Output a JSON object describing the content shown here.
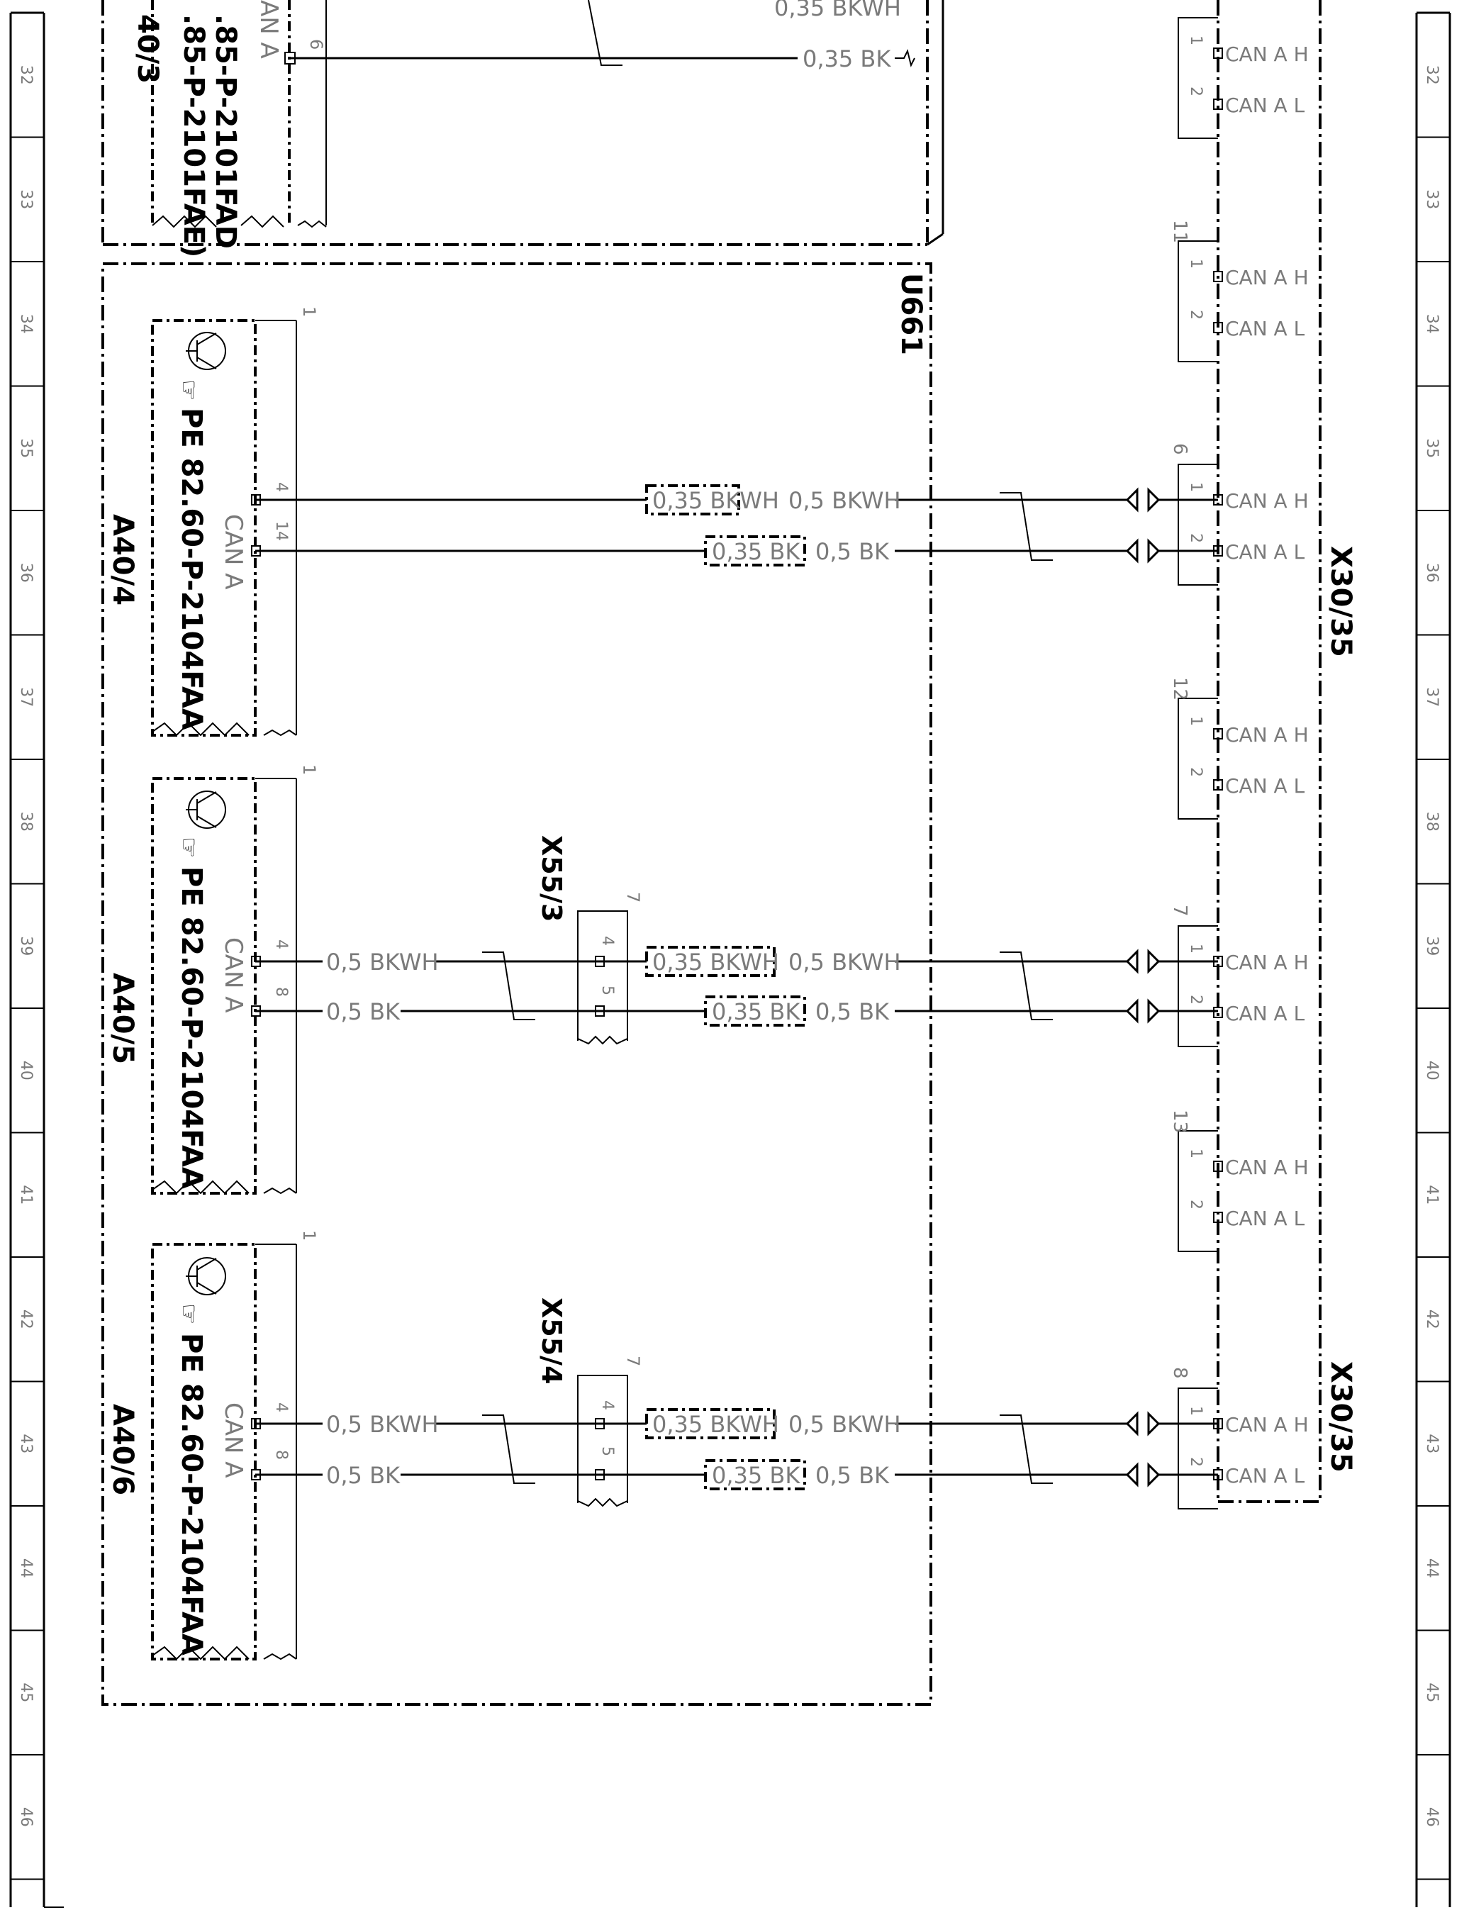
{
  "rows": [
    "32",
    "33",
    "34",
    "35",
    "36",
    "37",
    "38",
    "39",
    "40",
    "41",
    "42",
    "43",
    "44",
    "45",
    "46"
  ],
  "components": {
    "top": {
      "id": "40/3",
      "doc1": ".85-P-2101FAD",
      "doc2": ".85-P-2101FAE)",
      "can": "AN A",
      "pin": "6",
      "wire": "0,35 BK",
      "wire_top": "0,35 BKWH"
    },
    "unit": "U661",
    "a404": {
      "id": "A40/4",
      "doc": "PE 82.60-P-2104FAA",
      "can": "CAN A",
      "pin_top": "1",
      "pin_h": "4",
      "pin_l": "14"
    },
    "a405": {
      "id": "A40/5",
      "doc": "PE 82.60-P-2104FAA",
      "can": "CAN A",
      "pin_top": "1",
      "pin_h": "4",
      "pin_l": "8"
    },
    "a406": {
      "id": "A40/6",
      "doc": "PE 82.60-P-2104FAA",
      "can": "CAN A",
      "pin_top": "1",
      "pin_h": "4",
      "pin_l": "8"
    },
    "x553": {
      "id": "X55/3",
      "pin_top": "7",
      "pin_h": "4",
      "pin_l": "5"
    },
    "x554": {
      "id": "X55/4",
      "pin_top": "7",
      "pin_h": "4",
      "pin_l": "5"
    },
    "x3035": {
      "id": "X30/35"
    }
  },
  "wires": {
    "w1": "0,5 BKWH",
    "w2": "0,5 BK",
    "w3": "0,35 BKWH",
    "w4": "0,35 BK"
  },
  "connectors": [
    {
      "num": "",
      "pin1": "1",
      "pin2": "2",
      "h": "CAN A H",
      "l": "CAN A L"
    },
    {
      "num": "11",
      "pin1": "1",
      "pin2": "2",
      "h": "CAN A H",
      "l": "CAN A L"
    },
    {
      "num": "6",
      "pin1": "1",
      "pin2": "2",
      "h": "CAN A H",
      "l": "CAN A L"
    },
    {
      "num": "12",
      "pin1": "1",
      "pin2": "2",
      "h": "CAN A H",
      "l": "CAN A L"
    },
    {
      "num": "7",
      "pin1": "1",
      "pin2": "2",
      "h": "CAN A H",
      "l": "CAN A L"
    },
    {
      "num": "13",
      "pin1": "1",
      "pin2": "2",
      "h": "CAN A H",
      "l": "CAN A L"
    },
    {
      "num": "8",
      "pin1": "1",
      "pin2": "2",
      "h": "CAN A H",
      "l": "CAN A L"
    }
  ]
}
